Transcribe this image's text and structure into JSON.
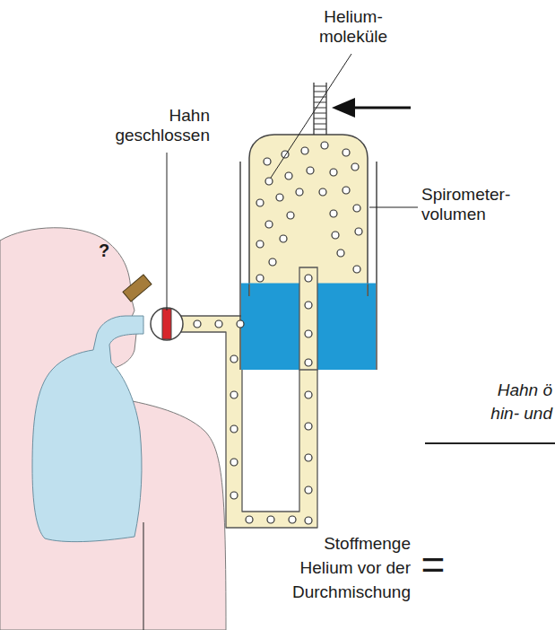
{
  "diagram": {
    "labels": [
      "Helium- moleküle",
      "Hahn geschlossen",
      "Spirometer- volumen",
      "?",
      "Hahn ö",
      "hin- und",
      "Stoffmenge Helium vor der Durchmischung",
      "="
    ]
  }
}
